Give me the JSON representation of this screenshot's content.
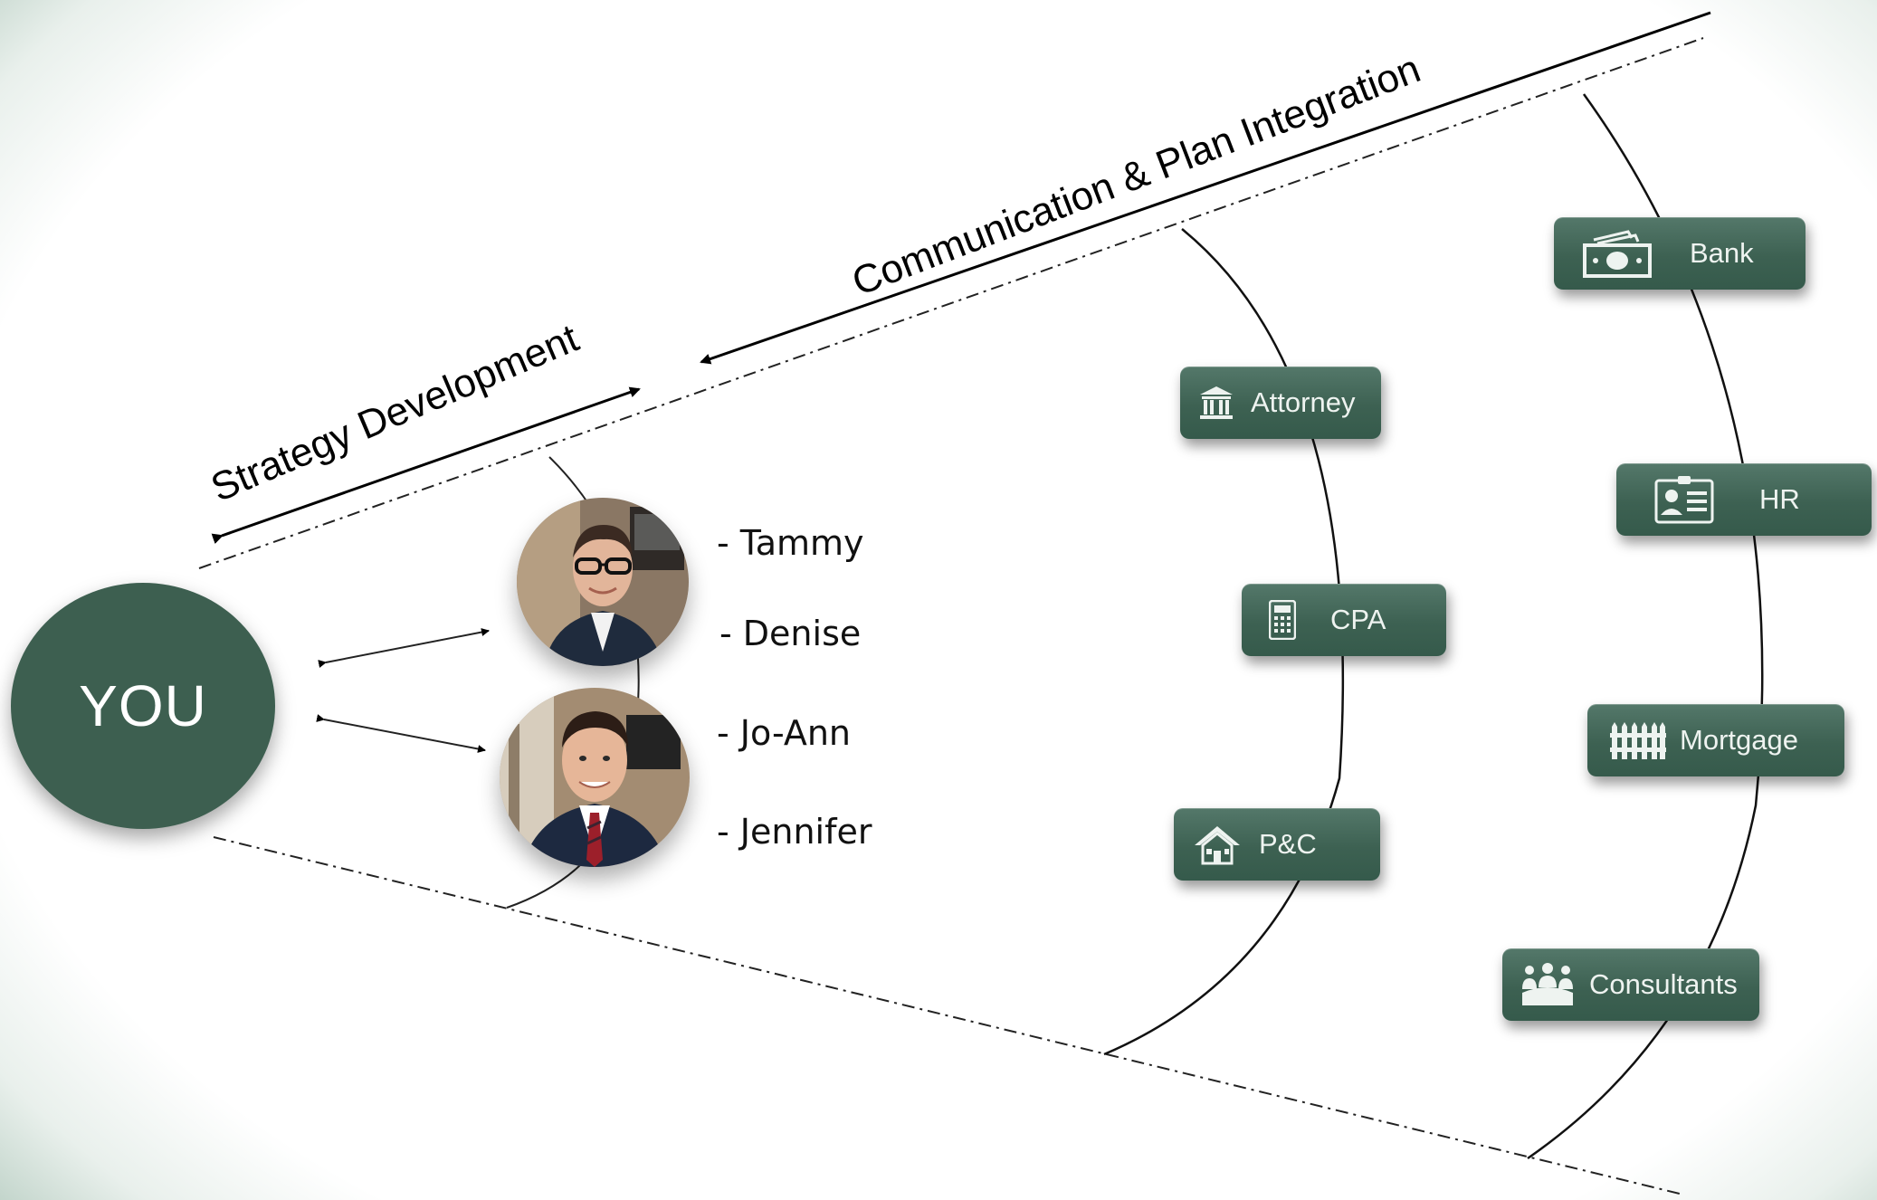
{
  "center": {
    "label": "YOU"
  },
  "arrows": {
    "strategy": "Strategy Development",
    "communication": "Communication & Plan Integration"
  },
  "team": {
    "names": [
      "- Tammy",
      "- Denise",
      "- Jo-Ann",
      "- Jennifer"
    ]
  },
  "professionals_inner": [
    {
      "label": "Attorney",
      "icon": "courthouse-icon"
    },
    {
      "label": "CPA",
      "icon": "calculator-icon"
    },
    {
      "label": "P&C",
      "icon": "house-icon"
    }
  ],
  "professionals_outer": [
    {
      "label": "Bank",
      "icon": "money-icon"
    },
    {
      "label": "HR",
      "icon": "id-badge-icon"
    },
    {
      "label": "Mortgage",
      "icon": "fence-icon"
    },
    {
      "label": "Consultants",
      "icon": "people-group-icon"
    }
  ],
  "colors": {
    "node": "#3d6152",
    "center": "#3d5f50",
    "edge_gradient": "#3f6e58"
  }
}
